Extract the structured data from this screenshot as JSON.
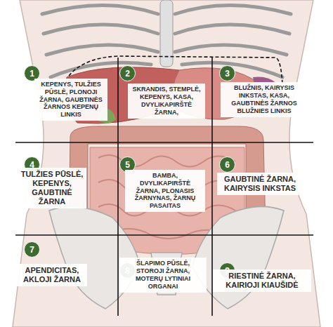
{
  "diagram": {
    "nodes": [
      {
        "text": [
          "1"
        ]
      },
      {
        "text": [
          "KEPENYS, TULŽIES PŪSLĖ, PLONOJI ŽARNA, GAUBTINĖS ŽARNOS KEPENŲ LINKIS"
        ]
      },
      {
        "text": [
          "2"
        ]
      },
      {
        "text": [
          "SKRANDIS, STEMPLĖ, KEPENYS, KASA, DVYLIKAPIRŠTĖ ŽARNA,"
        ]
      },
      {
        "text": [
          "3"
        ]
      },
      {
        "text": [
          "BLUŽNIS, KAIRYSIS INKSTAS, KASA, GAUBTINĖS ŽARNOS BLUŽNIES LINKIS"
        ]
      },
      {
        "text": [
          "4"
        ]
      },
      {
        "text": [
          "TULŽIES PŪSLĖ, KEPENYS, GAUBTINĖ ŽARNA"
        ]
      },
      {
        "text": [
          "5"
        ]
      },
      {
        "text": [
          "BAMBA, DVYLIKAPIRŠTĖ ŽARNA, PLONASIS ŽARNYNAS, ŽARNŲ PASAITAS"
        ]
      },
      {
        "text": [
          "6"
        ]
      },
      {
        "text": [
          "GAUBTINĖ ŽARNA, KAIRYSIS INKSTAS"
        ]
      },
      {
        "text": [
          "7"
        ]
      },
      {
        "text": [
          "APENDICITAS, AKLOJI ŽARNA"
        ]
      },
      {
        "text": [
          "8"
        ]
      },
      {
        "text": [
          "ŠLAPIMO PŪSLĖ, STOROJI ŽARNA, MOTERŲ LYTINIAI ORGANAI"
        ]
      },
      {
        "text": [
          "9"
        ]
      },
      {
        "text": [
          "RIESTINĖ ŽARNA, KAIRIOJI KIAUŠIDĖ"
        ]
      }
    ]
  }
}
